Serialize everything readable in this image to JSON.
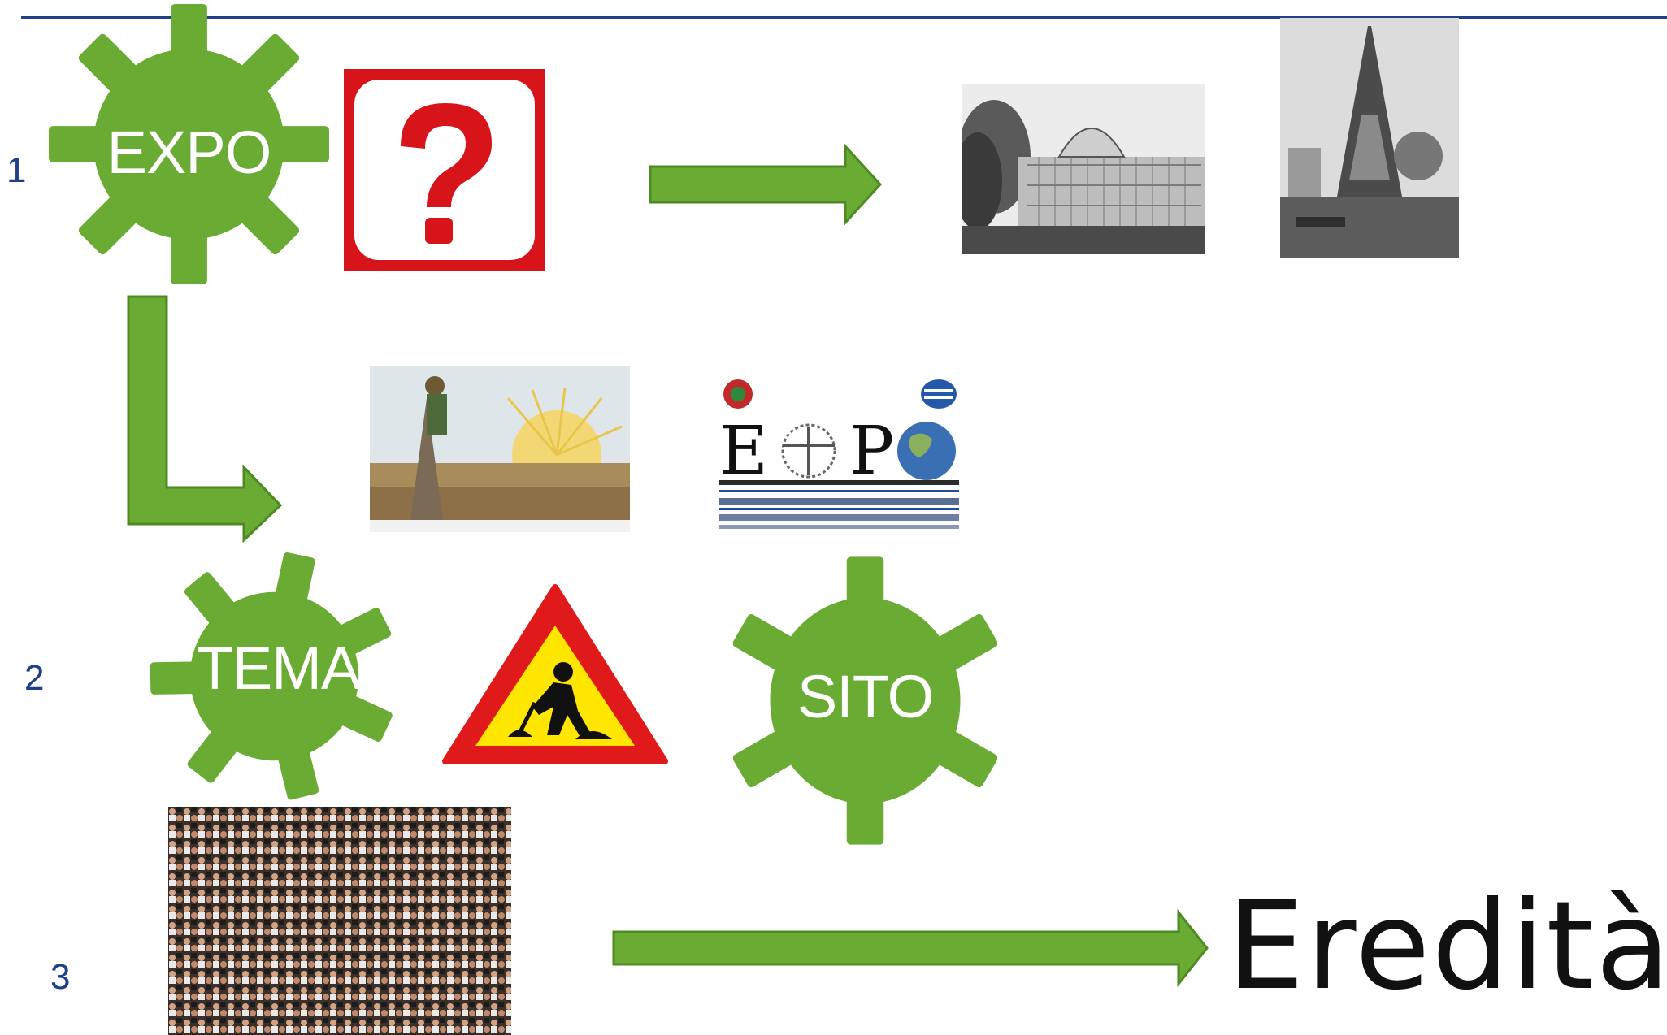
{
  "rows": {
    "one": "1",
    "two": "2",
    "three": "3"
  },
  "gears": {
    "expo": "EXPO",
    "tema": "TEMA",
    "sito": "SITO"
  },
  "legacy": "Eredità",
  "colors": {
    "gear": "#6aab34",
    "arrow": "#6aab34",
    "arrow_stroke": "#4e8a22",
    "rule": "#1f3f8a",
    "question_bg": "#d7141a"
  },
  "icons": {
    "question": "question-mark-icon",
    "roadwork": "roadwork-warning-icon",
    "crystal_palace": "crystal-palace-photo",
    "eiffel": "eiffel-tower-photo",
    "poster": "vintage-poster-image",
    "expo_logo": "expo-2015-logo",
    "crowd": "crowd-photo"
  }
}
